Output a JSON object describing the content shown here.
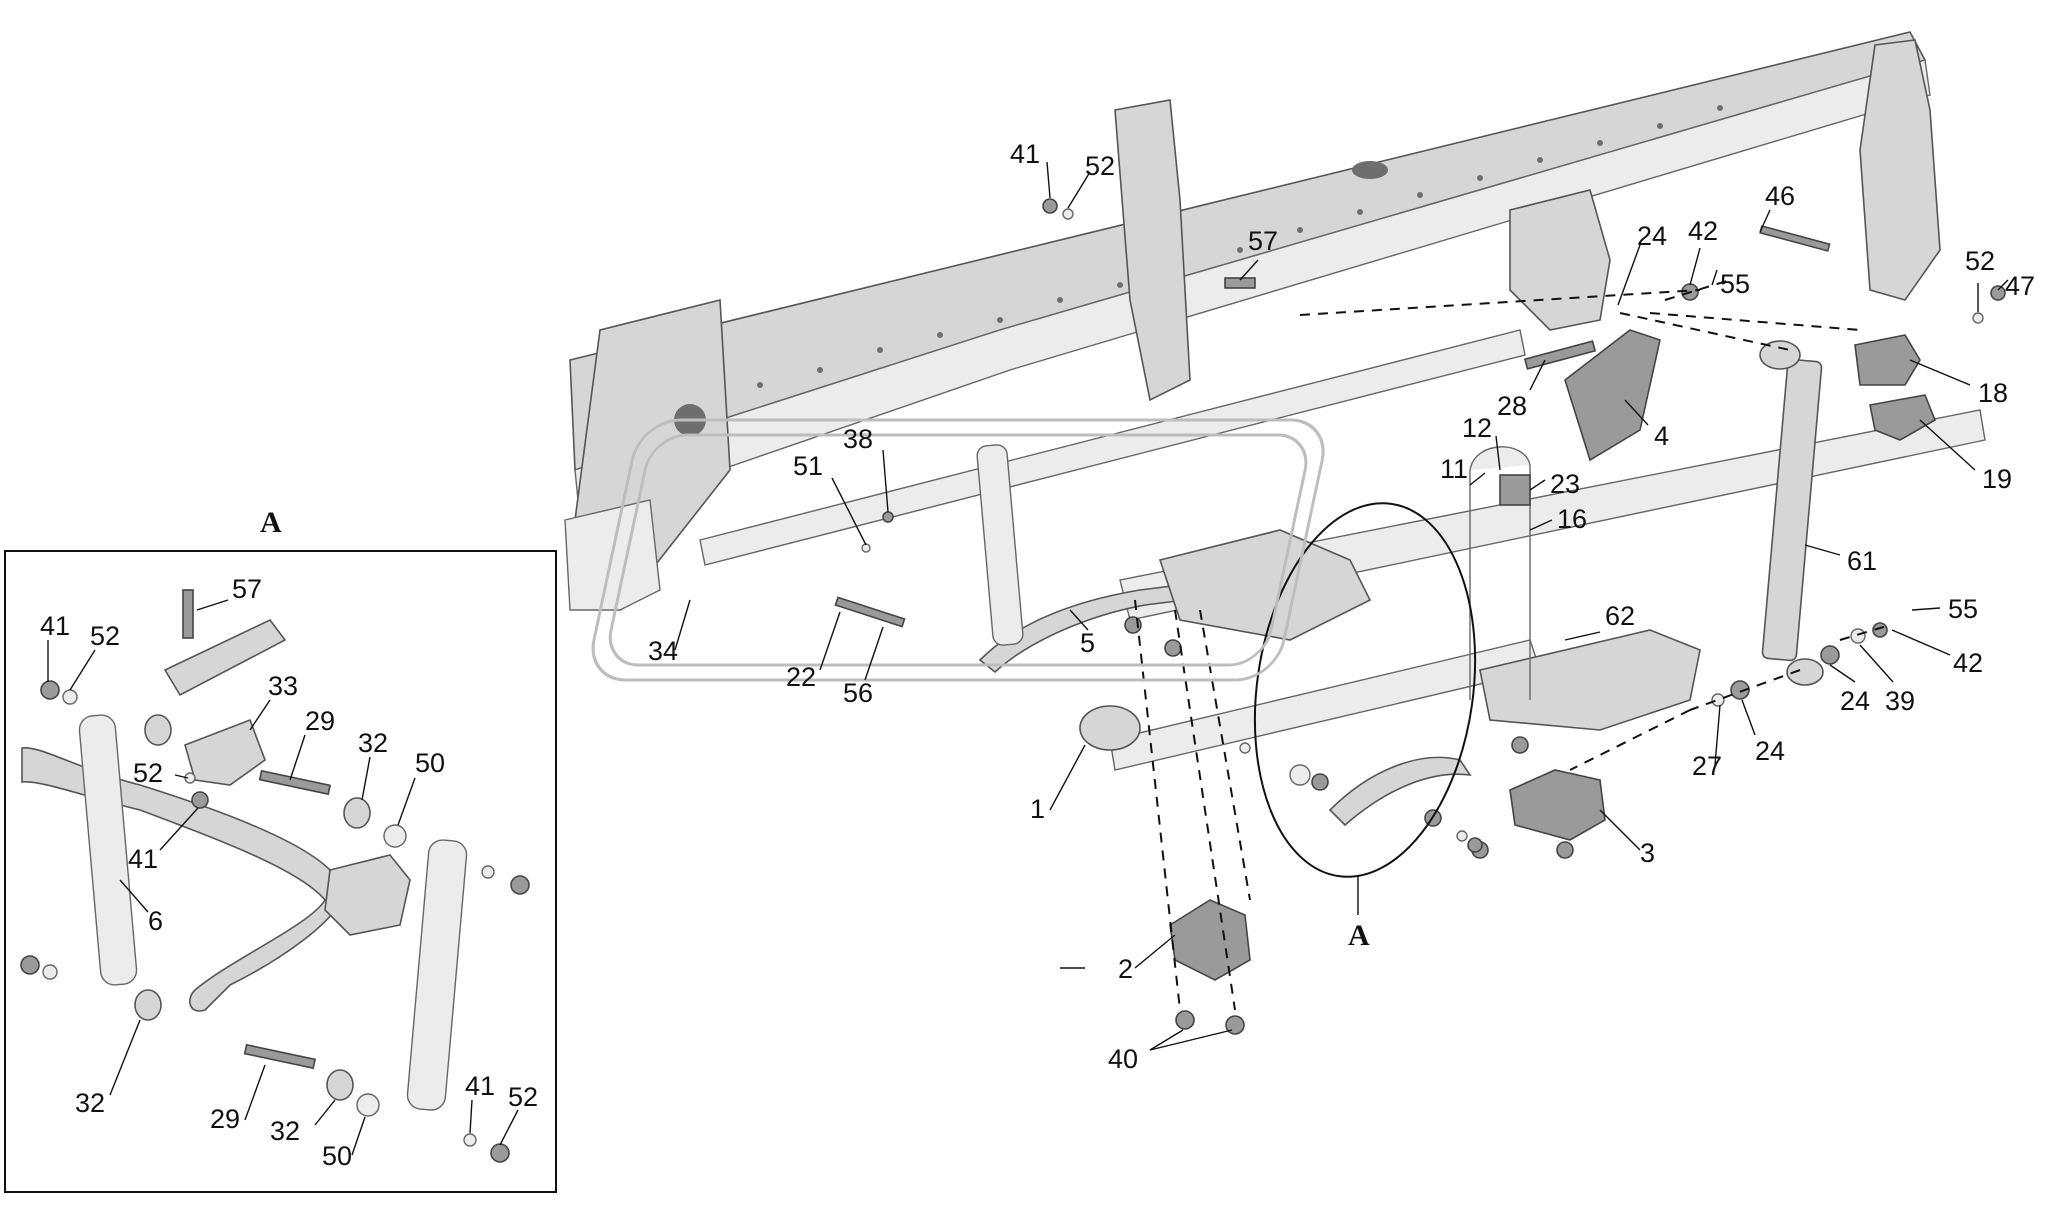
{
  "detail_view": {
    "title": "A"
  },
  "main_callout": {
    "title": "A"
  },
  "labels_main": [
    {
      "id": "m41",
      "text": "41"
    },
    {
      "id": "m52a",
      "text": "52"
    },
    {
      "id": "m57",
      "text": "57"
    },
    {
      "id": "m24a",
      "text": "24"
    },
    {
      "id": "m42a",
      "text": "42"
    },
    {
      "id": "m55a",
      "text": "55"
    },
    {
      "id": "m46",
      "text": "46"
    },
    {
      "id": "m52b",
      "text": "52"
    },
    {
      "id": "m47",
      "text": "47"
    },
    {
      "id": "m18",
      "text": "18"
    },
    {
      "id": "m19",
      "text": "19"
    },
    {
      "id": "m28",
      "text": "28"
    },
    {
      "id": "m4",
      "text": "4"
    },
    {
      "id": "m12",
      "text": "12"
    },
    {
      "id": "m11",
      "text": "11"
    },
    {
      "id": "m23",
      "text": "23"
    },
    {
      "id": "m16",
      "text": "16"
    },
    {
      "id": "m61",
      "text": "61"
    },
    {
      "id": "m38",
      "text": "38"
    },
    {
      "id": "m51",
      "text": "51"
    },
    {
      "id": "m34",
      "text": "34"
    },
    {
      "id": "m22",
      "text": "22"
    },
    {
      "id": "m56",
      "text": "56"
    },
    {
      "id": "m5",
      "text": "5"
    },
    {
      "id": "m62",
      "text": "62"
    },
    {
      "id": "m55b",
      "text": "55"
    },
    {
      "id": "m42b",
      "text": "42"
    },
    {
      "id": "m24b",
      "text": "24"
    },
    {
      "id": "m39",
      "text": "39"
    },
    {
      "id": "m27",
      "text": "27"
    },
    {
      "id": "m24c",
      "text": "24"
    },
    {
      "id": "m1",
      "text": "1"
    },
    {
      "id": "m3",
      "text": "3"
    },
    {
      "id": "m2",
      "text": "2"
    },
    {
      "id": "m40",
      "text": "40"
    }
  ],
  "labels_detail": [
    {
      "id": "d57",
      "text": "57"
    },
    {
      "id": "d41a",
      "text": "41"
    },
    {
      "id": "d52a",
      "text": "52"
    },
    {
      "id": "d33",
      "text": "33"
    },
    {
      "id": "d29a",
      "text": "29"
    },
    {
      "id": "d52b",
      "text": "52"
    },
    {
      "id": "d32a",
      "text": "32"
    },
    {
      "id": "d50a",
      "text": "50"
    },
    {
      "id": "d41b",
      "text": "41"
    },
    {
      "id": "d6",
      "text": "6"
    },
    {
      "id": "d32b",
      "text": "32"
    },
    {
      "id": "d29b",
      "text": "29"
    },
    {
      "id": "d32c",
      "text": "32"
    },
    {
      "id": "d50b",
      "text": "50"
    },
    {
      "id": "d41c",
      "text": "41"
    },
    {
      "id": "d52c",
      "text": "52"
    }
  ],
  "colors": {
    "part": "#d6d6d6",
    "line": "#111111",
    "watermark": "#bdbdbd"
  }
}
